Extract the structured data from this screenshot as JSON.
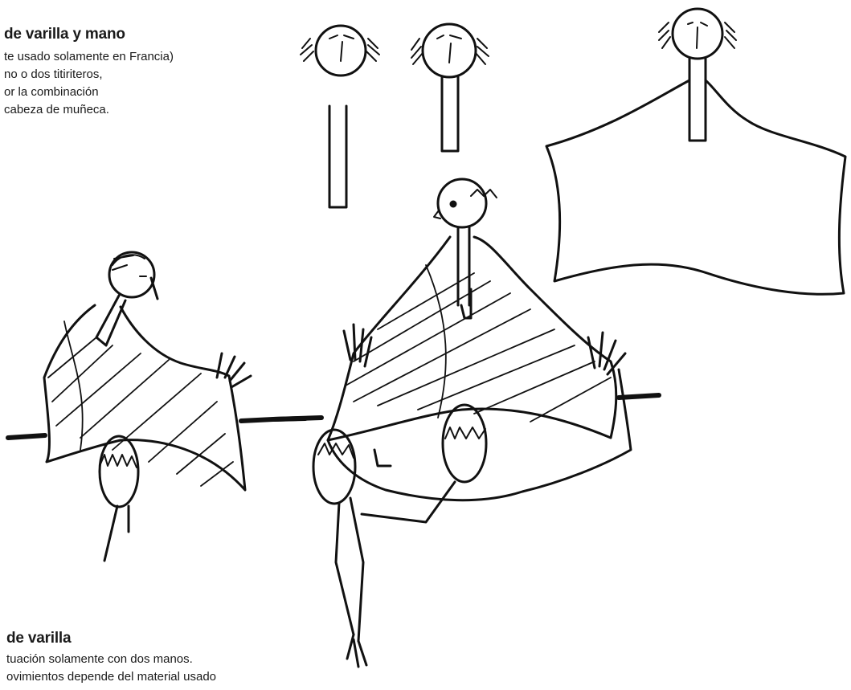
{
  "section_top": {
    "title": "de varilla y mano",
    "lines": [
      "te usado solamente en Francia)",
      "no o dos titiriteros,",
      "or la combinación",
      "cabeza de muñeca."
    ]
  },
  "section_bottom": {
    "title": "de varilla",
    "lines": [
      "tuación solamente con dos manos.",
      "ovimientos depende del material usado"
    ]
  }
}
